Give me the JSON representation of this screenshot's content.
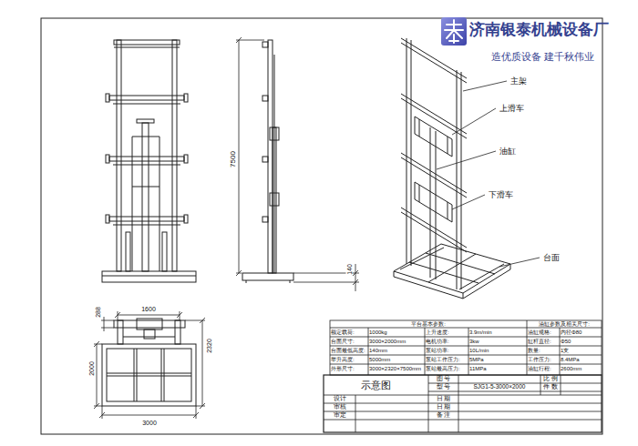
{
  "diagram": {
    "labels": [
      "济南银泰机械设备厂",
      "造优质设备 建千秋伟业",
      "主架",
      "上滑车",
      "油缸",
      "下滑车",
      "台面",
      "7500",
      "140",
      "1600",
      "288",
      "2000",
      "2320",
      "3000",
      "平台基本参数:",
      "油缸参数及相关尺寸:",
      "额定载荷:",
      "1000kg",
      "上升速度:",
      "3.9m/min",
      "油缸规格:",
      "内径Φ80",
      "台面尺寸:",
      "3000×2000mm",
      "电机功率:",
      "3kw",
      "缸杆直径:",
      "Φ50",
      "台面最低高度:",
      "140mm",
      "泵站功率:",
      "10L/min",
      "数量:",
      "1支",
      "举升高度:",
      "5000mm",
      "泵站工作压力:",
      "5MPa",
      "工作压力:",
      "8.4MPa",
      "外形尺寸:",
      "3000×2320×7500mm",
      "泵站最高压力:",
      "11MPa",
      "油缸行程:",
      "2600mm",
      "示意图",
      "图 号",
      "型 号",
      "SJG1-5-3000×2000",
      "比 例",
      "件 数",
      "设计",
      "审核",
      "审定",
      "日 期",
      "日 期",
      "备 注"
    ]
  }
}
